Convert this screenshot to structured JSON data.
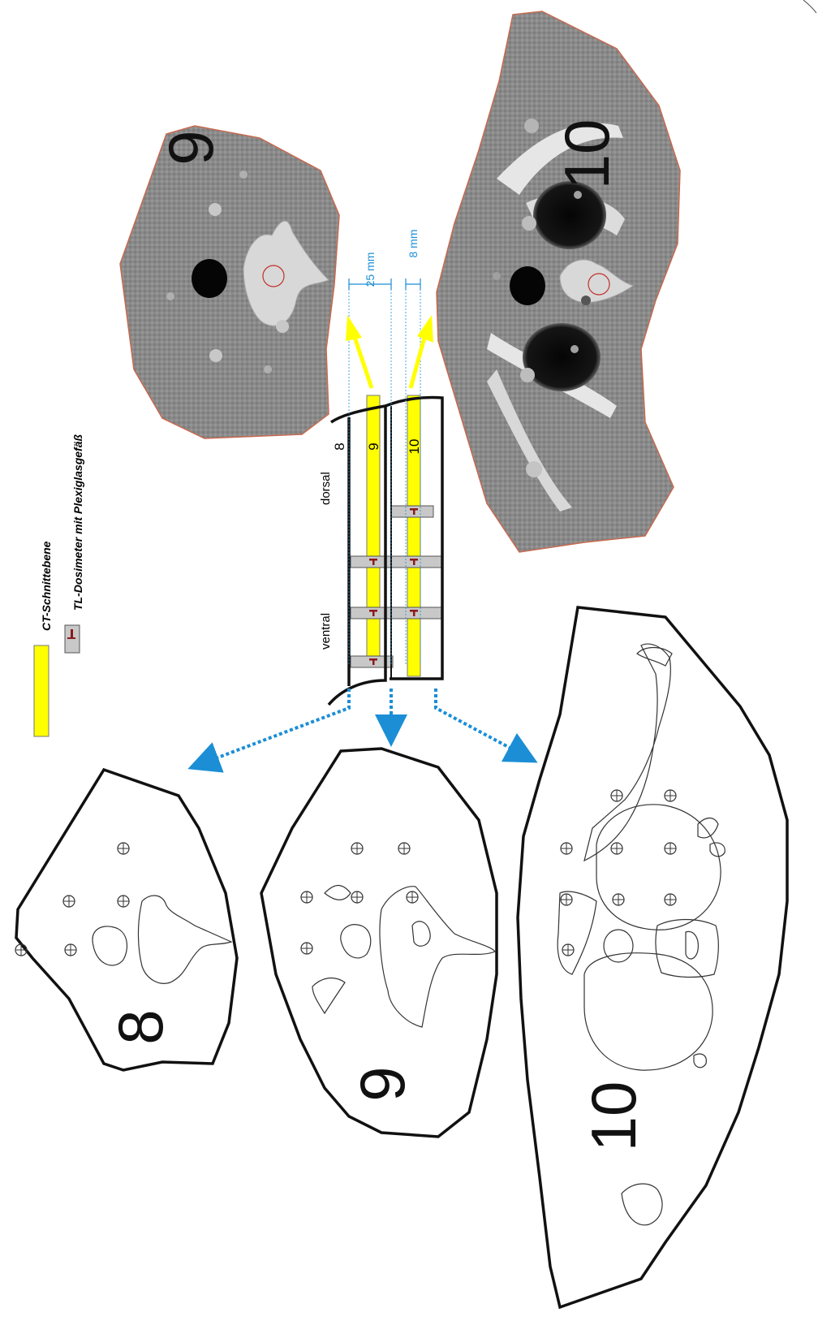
{
  "legend": {
    "ct_plane_label": "CT-Schnittebene",
    "tld_label": "TL-Dosimeter mit Plexiglasgefäß"
  },
  "phantom_side": {
    "dorsal": "dorsal",
    "ventral": "ventral",
    "slice_labels": [
      "8",
      "9",
      "10"
    ]
  },
  "dimensions": {
    "gap_9": "25 mm",
    "gap_10": "8 mm"
  },
  "ct_scans": {
    "scan_9_label": "9",
    "scan_10_label": "10"
  },
  "outlines": {
    "outline_8_label": "8",
    "outline_9_label": "9",
    "outline_10_label": "10"
  },
  "colors": {
    "ct_plane_yellow": "#ffff00",
    "dimension_blue": "#1b8ed6",
    "tld_gray": "#c8c8c8",
    "tld_red": "#8b1a1a"
  }
}
